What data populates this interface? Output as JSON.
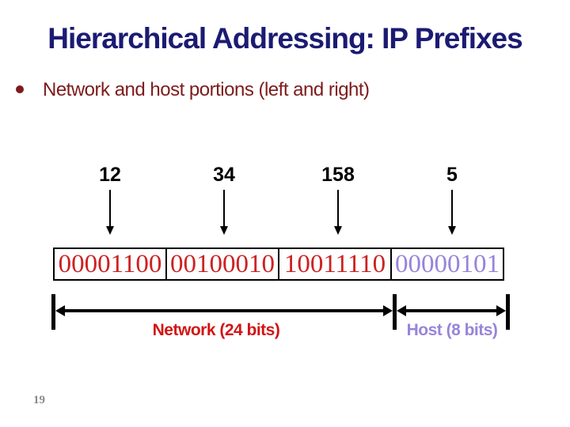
{
  "slide": {
    "title": "Hierarchical Addressing: IP Prefixes",
    "bullet": "Network and host portions (left and right)",
    "page_number": "19"
  },
  "diagram": {
    "octets": [
      {
        "decimal": "12",
        "binary": "00001100",
        "color": "#CC2222"
      },
      {
        "decimal": "34",
        "binary": "00100010",
        "color": "#CC2222"
      },
      {
        "decimal": "158",
        "binary": "10011110",
        "color": "#CC2222"
      },
      {
        "decimal": "5",
        "binary": "00000101",
        "color": "#9884DA"
      }
    ],
    "network_label": "Network (24 bits)",
    "host_label": "Host (8 bits)"
  },
  "colors": {
    "title": "#1B1B73",
    "bullet_text": "#7E1B1B",
    "binary_red": "#CC2222",
    "binary_purple": "#9884DA",
    "network_label": "#D21414",
    "host_label": "#9884DA",
    "arrows": "#000000",
    "page_number": "#8A8A8A",
    "background": "#FFFFFF"
  }
}
